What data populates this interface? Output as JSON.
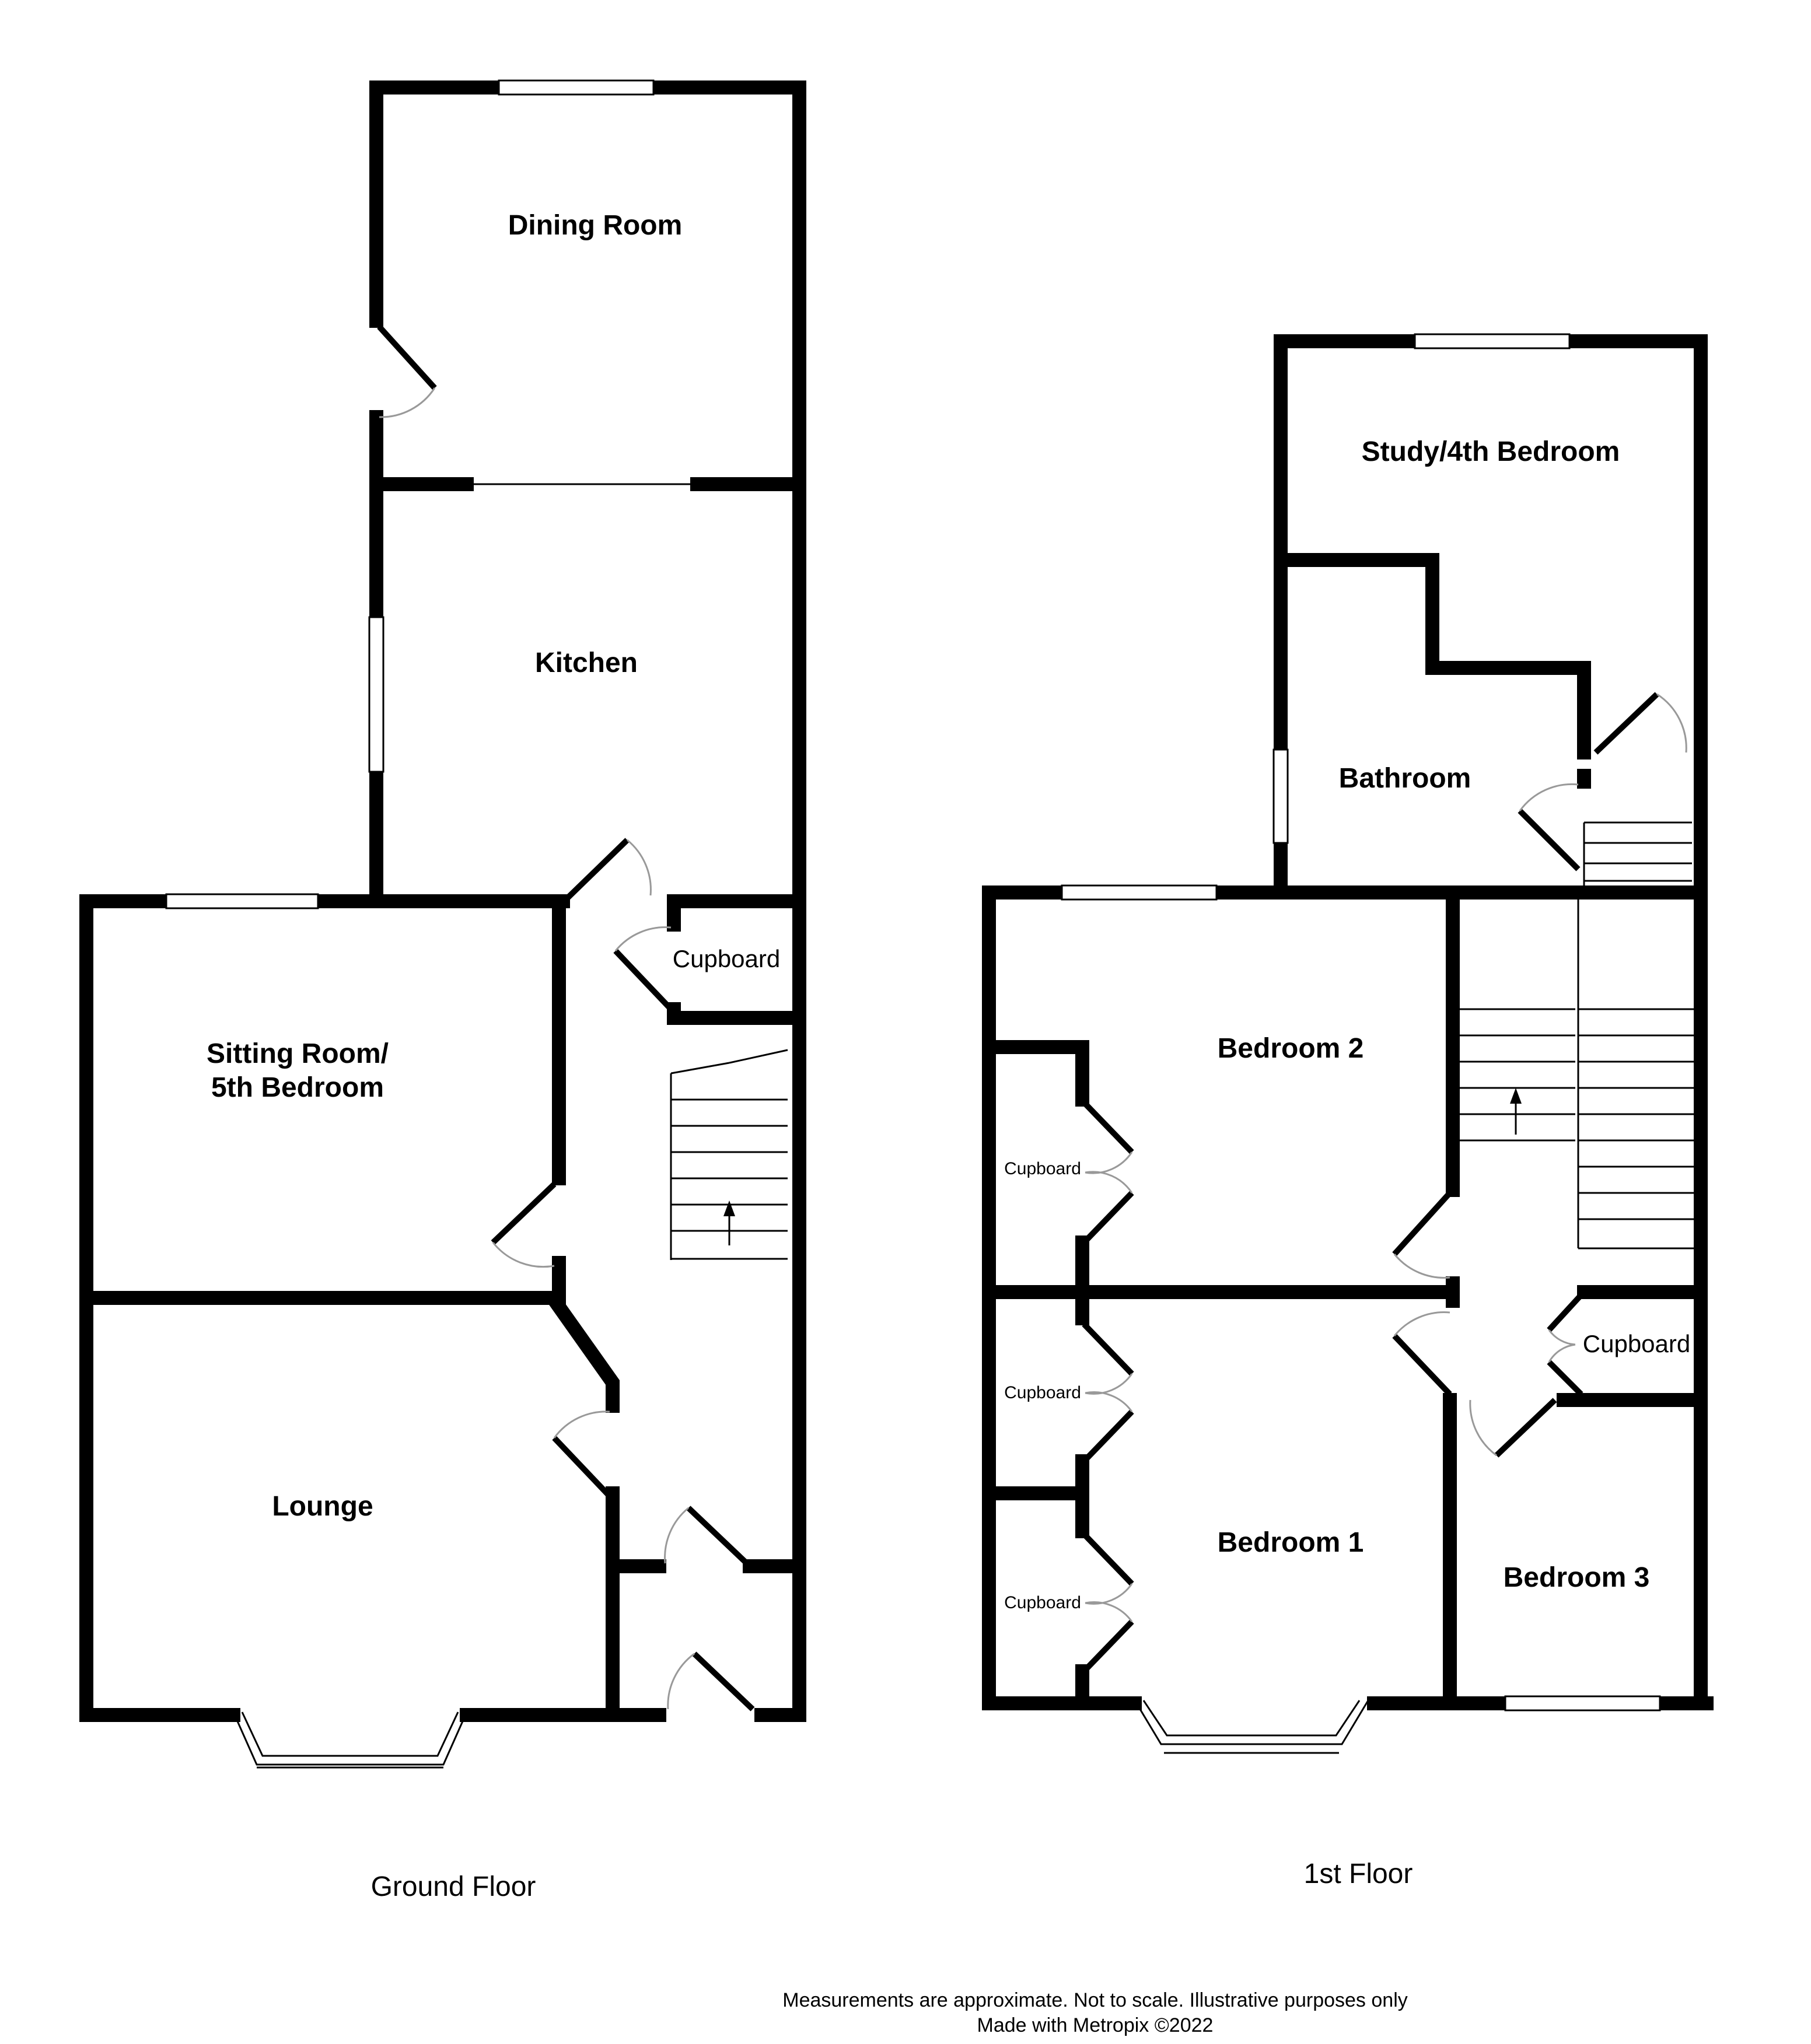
{
  "ground_floor": {
    "caption": "Ground Floor",
    "rooms": {
      "dining_room": "Dining Room",
      "kitchen": "Kitchen",
      "cupboard": "Cupboard",
      "sitting_room_line1": "Sitting Room/",
      "sitting_room_line2": "5th Bedroom",
      "lounge": "Lounge"
    }
  },
  "first_floor": {
    "caption": "1st Floor",
    "rooms": {
      "study": "Study/4th Bedroom",
      "bathroom": "Bathroom",
      "bedroom_2": "Bedroom 2",
      "bedroom_1": "Bedroom 1",
      "bedroom_3": "Bedroom 3",
      "cupboard_b2": "Cupboard",
      "cupboard_b1_upper": "Cupboard",
      "cupboard_b1_lower": "Cupboard",
      "cupboard_landing": "Cupboard"
    }
  },
  "footer": {
    "disclaimer": "Measurements are approximate.  Not to scale.  Illustrative purposes only",
    "credit": "Made with Metropix ©2022"
  }
}
